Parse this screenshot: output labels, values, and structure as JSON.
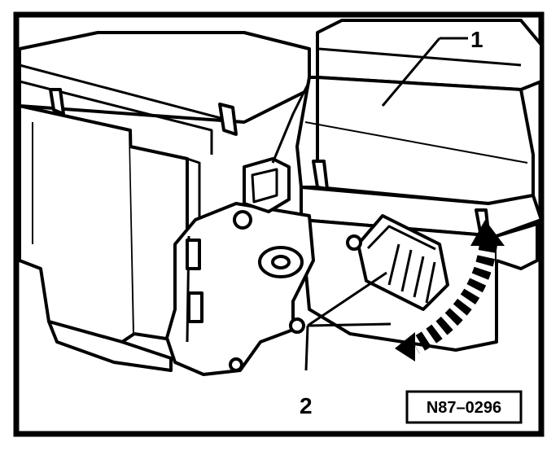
{
  "callouts": [
    {
      "label": "1"
    },
    {
      "label": "2"
    }
  ],
  "reference_code": "N87–0296",
  "colors": {
    "line": "#000000",
    "background": "#ffffff"
  }
}
